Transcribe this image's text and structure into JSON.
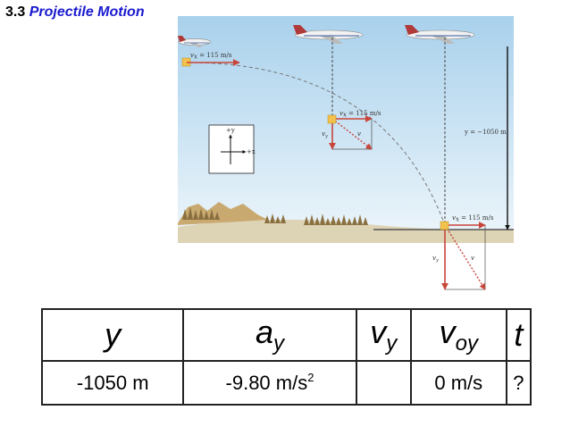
{
  "slide": {
    "number": "3.3",
    "title": "Projectile Motion"
  },
  "diagram": {
    "vx_top": "v",
    "vx_top_sub": "x",
    "vx_top_value": " = 115 m/s",
    "vx_mid_value": " = 115 m/s",
    "vx_bottom_value": " = 115 m/s",
    "vy_label": "v",
    "vy_sub": "y",
    "v_label": "v",
    "x_sub": "x",
    "y_drop": "y = −1050 m",
    "axis_plus_y": "+y",
    "axis_plus_x": "+x",
    "colors": {
      "sky_top": "#a9d1ec",
      "sky_bottom": "#eef6fb",
      "ground": "#ddd3b5",
      "arrow": "#c8453a",
      "marker": "#f3c24c"
    }
  },
  "table": {
    "headers": {
      "y": "y",
      "a": "a",
      "a_sub": "y",
      "v": "v",
      "v_sub": "y",
      "voy": "v",
      "voy_sub": "oy",
      "t": "t"
    },
    "values": {
      "y": "-1050 m",
      "a": "-9.80 m/s",
      "a_sup": "2",
      "vy": "",
      "voy": "0 m/s",
      "t": "?"
    }
  }
}
